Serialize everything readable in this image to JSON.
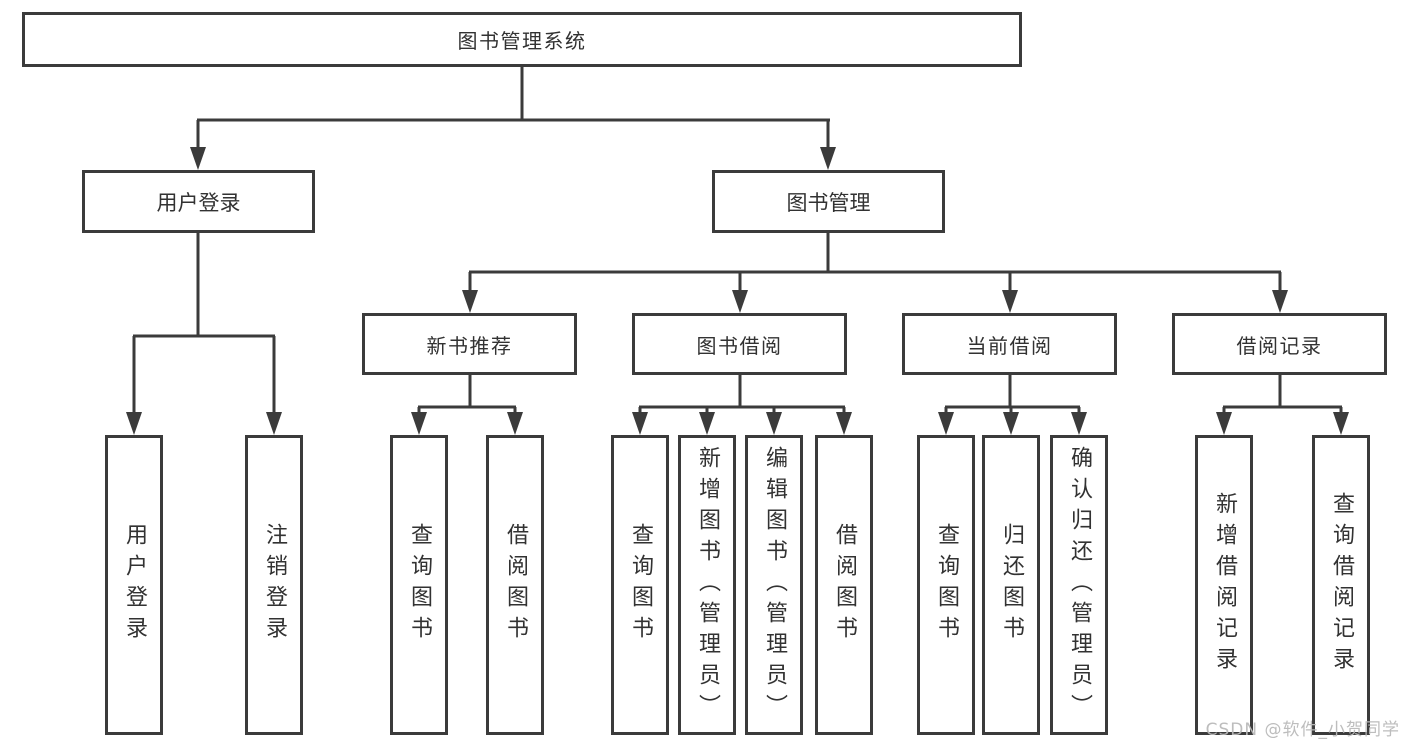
{
  "diagram": {
    "root": {
      "label": "图书管理系统",
      "children": [
        {
          "label": "用户登录",
          "children": [
            {
              "label": "用户登录"
            },
            {
              "label": "注销登录"
            }
          ]
        },
        {
          "label": "图书管理",
          "children": [
            {
              "label": "新书推荐",
              "children": [
                {
                  "label": "查询图书"
                },
                {
                  "label": "借阅图书"
                }
              ]
            },
            {
              "label": "图书借阅",
              "children": [
                {
                  "label": "查询图书"
                },
                {
                  "label": "新增图书（管理员）"
                },
                {
                  "label": "编辑图书（管理员）"
                },
                {
                  "label": "借阅图书"
                }
              ]
            },
            {
              "label": "当前借阅",
              "children": [
                {
                  "label": "查询图书"
                },
                {
                  "label": "归还图书"
                },
                {
                  "label": "确认归还（管理员）"
                }
              ]
            },
            {
              "label": "借阅记录",
              "children": [
                {
                  "label": "新增借阅记录"
                },
                {
                  "label": "查询借阅记录"
                }
              ]
            }
          ]
        }
      ]
    },
    "watermark": "CSDN @软件_小贺同学",
    "colors": {
      "line": "#3b3b3b",
      "box_border": "#3b3b3b",
      "text": "#323232",
      "background": "#ffffff",
      "watermark": "#b9b9b9"
    }
  }
}
